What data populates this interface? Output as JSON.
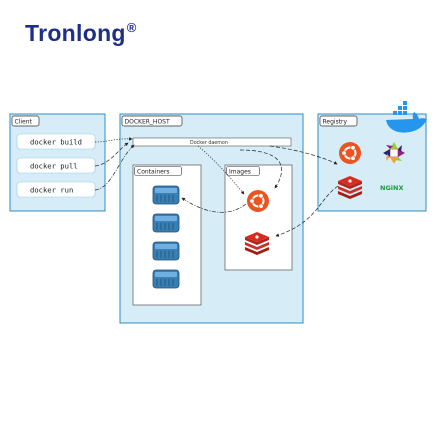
{
  "brand": {
    "name": "Tronlong",
    "mark": "®"
  },
  "diagram": {
    "client": {
      "title": "Client",
      "commands": [
        "docker build",
        "docker pull",
        "docker run"
      ]
    },
    "host": {
      "title": "DOCKER_HOST",
      "daemon": "Docker daemon",
      "containers": {
        "title": "Containers"
      },
      "images": {
        "title": "Images"
      }
    },
    "registry": {
      "title": "Registry",
      "nginx_label": "NGiNX"
    }
  },
  "colors": {
    "panel_fill": "#d6ecf7",
    "panel_stroke": "#2f8cc4",
    "ubuntu": "#e95420",
    "redis": "#c9302c",
    "docker_whale": "#2496ed",
    "brand": "#1d2f86"
  }
}
